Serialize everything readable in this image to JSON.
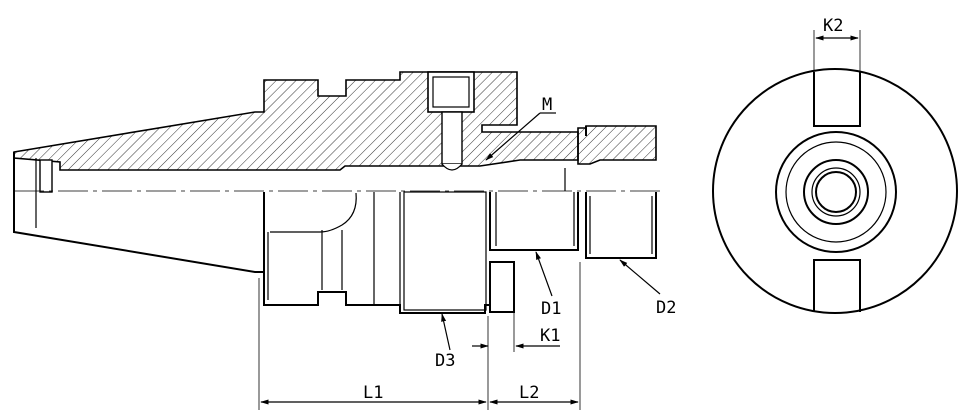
{
  "labels": {
    "M": "M",
    "D1": "D1",
    "D2": "D2",
    "D3": "D3",
    "K1": "K1",
    "K2": "K2",
    "L1": "L1",
    "L2": "L2"
  }
}
